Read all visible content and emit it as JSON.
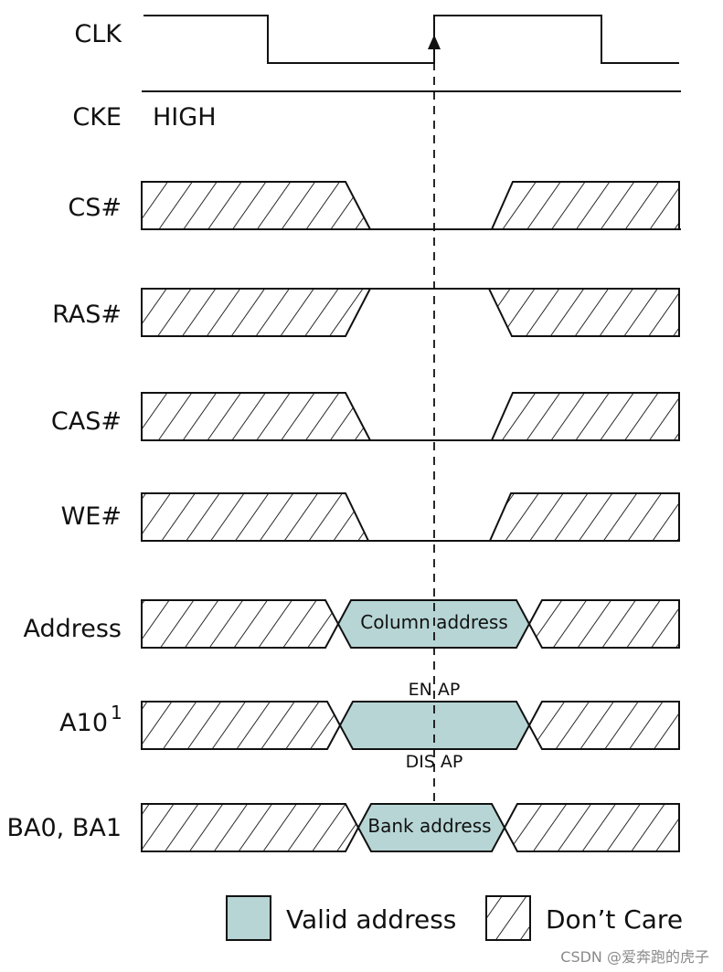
{
  "signals": {
    "clk": "CLK",
    "cke": "CKE",
    "cke_state": "HIGH",
    "cs": "CS#",
    "ras": "RAS#",
    "cas": "CAS#",
    "we": "WE#",
    "address": "Address",
    "a10": "A10",
    "a10_footnote": "1",
    "ba": "BA0, BA1"
  },
  "bus_values": {
    "column": "Column address",
    "bank": "Bank address"
  },
  "annotations": {
    "en_ap": "EN AP",
    "dis_ap": "DIS AP"
  },
  "legend": {
    "valid": "Valid address",
    "dont_care": "Don’t Care"
  },
  "colors": {
    "valid_fill": "#b7d5d5",
    "line": "#111111"
  },
  "watermark": "CSDN @爱奔跑的虎子"
}
